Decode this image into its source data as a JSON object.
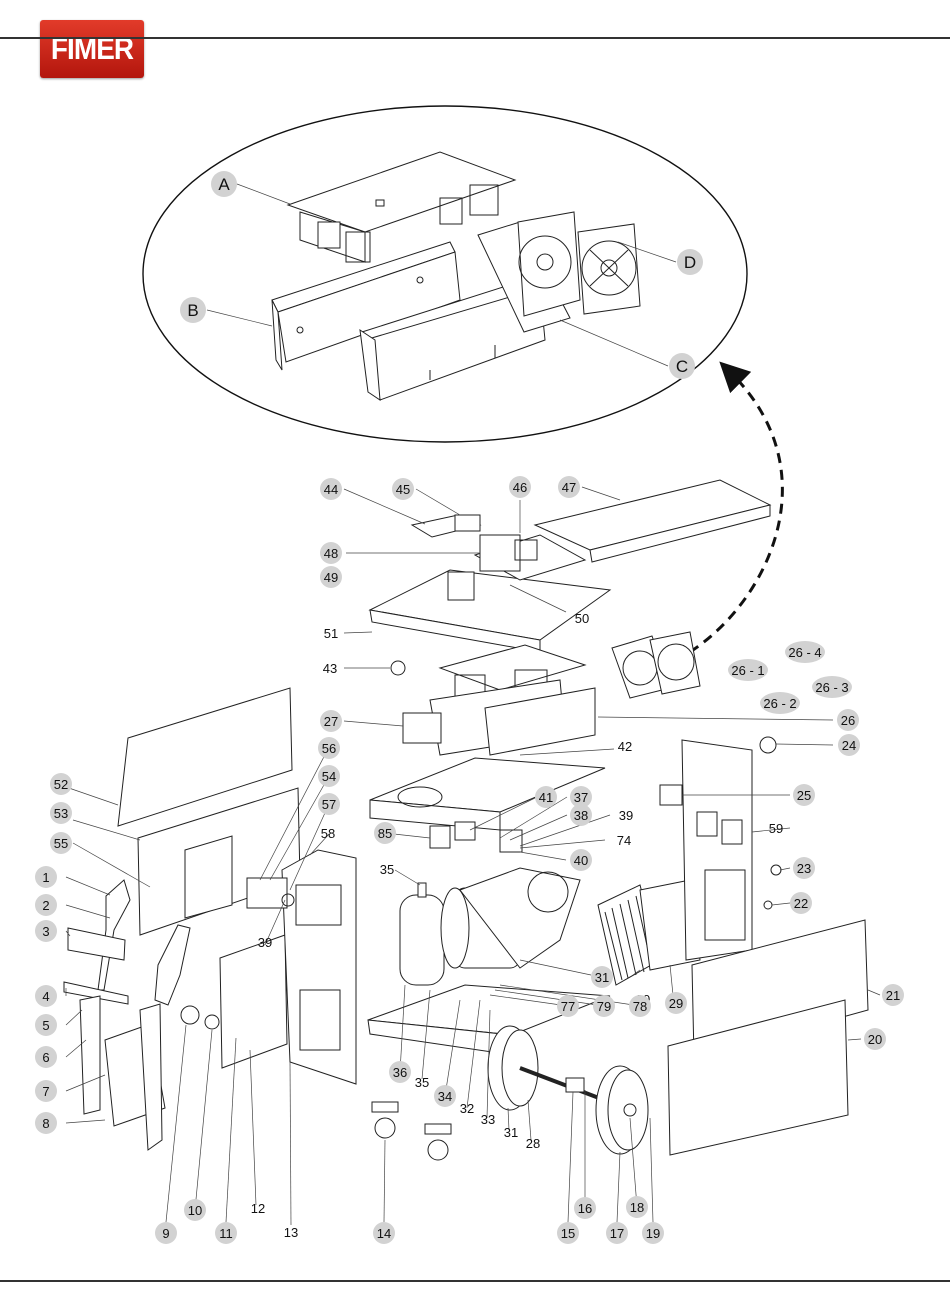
{
  "brand": {
    "logo_text": "FIMER",
    "accent": "#c8211a"
  },
  "callouts": {
    "A": "A",
    "B": "B",
    "C": "C",
    "D": "D",
    "n1": "1",
    "n2": "2",
    "n3": "3",
    "n4": "4",
    "n5": "5",
    "n6": "6",
    "n7": "7",
    "n8": "8",
    "n9": "9",
    "n10": "10",
    "n11": "11",
    "n12": "12",
    "n13": "13",
    "n14": "14",
    "n15": "15",
    "n16": "16",
    "n17": "17",
    "n18": "18",
    "n19": "19",
    "n20": "20",
    "n21": "21",
    "n22": "22",
    "n23": "23",
    "n24": "24",
    "n25": "25",
    "n26": "26",
    "n26_1": "26 - 1",
    "n26_2": "26 - 2",
    "n26_3": "26 - 3",
    "n26_4": "26 - 4",
    "n27": "27",
    "n28": "28",
    "n29": "29",
    "n30": "30",
    "n31": "31",
    "n32": "32",
    "n33": "33",
    "n34": "34",
    "n35": "35",
    "n36": "36",
    "n37": "37",
    "n38": "38",
    "n39": "39",
    "n40": "40",
    "n41": "41",
    "n42": "42",
    "n43": "43",
    "n44": "44",
    "n45": "45",
    "n46": "46",
    "n47": "47",
    "n48": "48",
    "n49": "49",
    "n50": "50",
    "n51": "51",
    "n52": "52",
    "n53": "53",
    "n54": "54",
    "n55": "55",
    "n56": "56",
    "n57": "57",
    "n58": "58",
    "n59": "59",
    "n74": "74",
    "n77": "77",
    "n78": "78",
    "n79": "79",
    "n85": "85"
  }
}
